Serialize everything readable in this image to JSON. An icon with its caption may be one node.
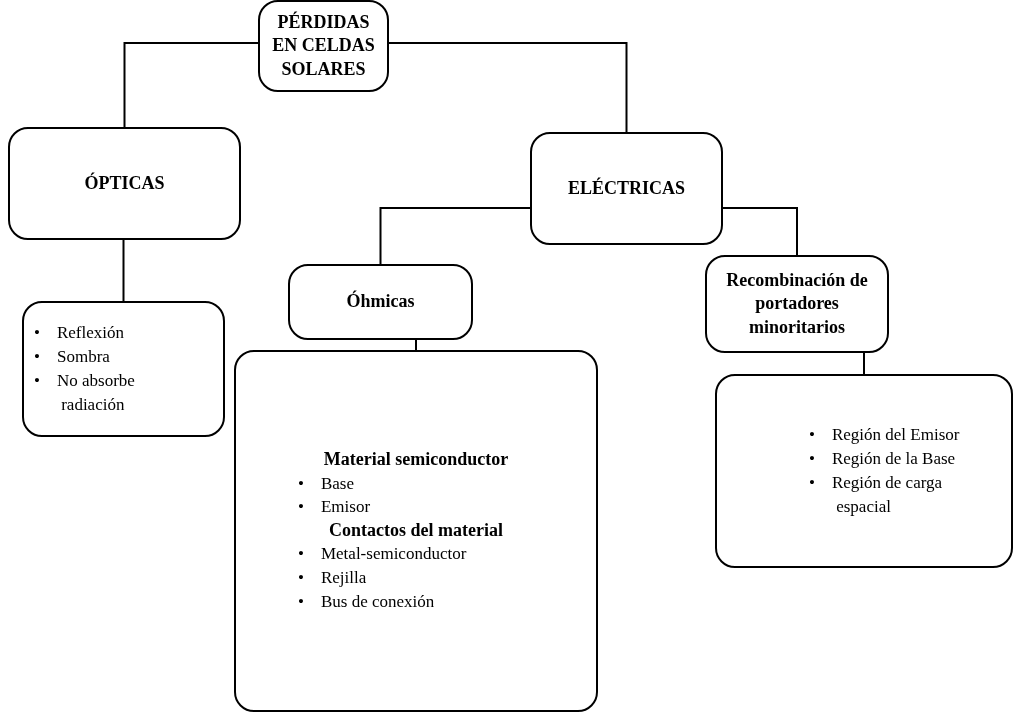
{
  "diagram": {
    "nodes": [
      {
        "text": [
          "PÉRDIDAS EN CELDAS SOLARES"
        ]
      },
      {
        "text": [
          "ÓPTICAS"
        ]
      },
      {
        "text": [
          "ELÉCTRICAS"
        ]
      },
      {
        "text": [
          "• Reflexión",
          "• Sombra",
          "• No absorbe radiación"
        ]
      },
      {
        "text": [
          "Óhmicas"
        ]
      },
      {
        "text": [
          "Recombinación de portadores minoritarios"
        ]
      },
      {
        "text": [
          "Material semiconductor",
          "• Base",
          "• Emisor",
          "Contactos del material",
          "• Metal-semiconductor",
          "• Rejilla",
          "• Bus de conexión"
        ]
      },
      {
        "text": [
          "• Región del Emisor",
          "• Región de la Base",
          "• Región de carga espacial"
        ]
      }
    ],
    "edges": [
      {
        "from": 0,
        "to": 1,
        "arrow": "none"
      },
      {
        "from": 0,
        "to": 2,
        "arrow": "none"
      },
      {
        "from": 1,
        "to": 3,
        "arrow": "none"
      },
      {
        "from": 2,
        "to": 4,
        "arrow": "none"
      },
      {
        "from": 2,
        "to": 5,
        "arrow": "none"
      },
      {
        "from": 4,
        "to": 6,
        "arrow": "none"
      },
      {
        "from": 5,
        "to": 7,
        "arrow": "none"
      }
    ]
  }
}
